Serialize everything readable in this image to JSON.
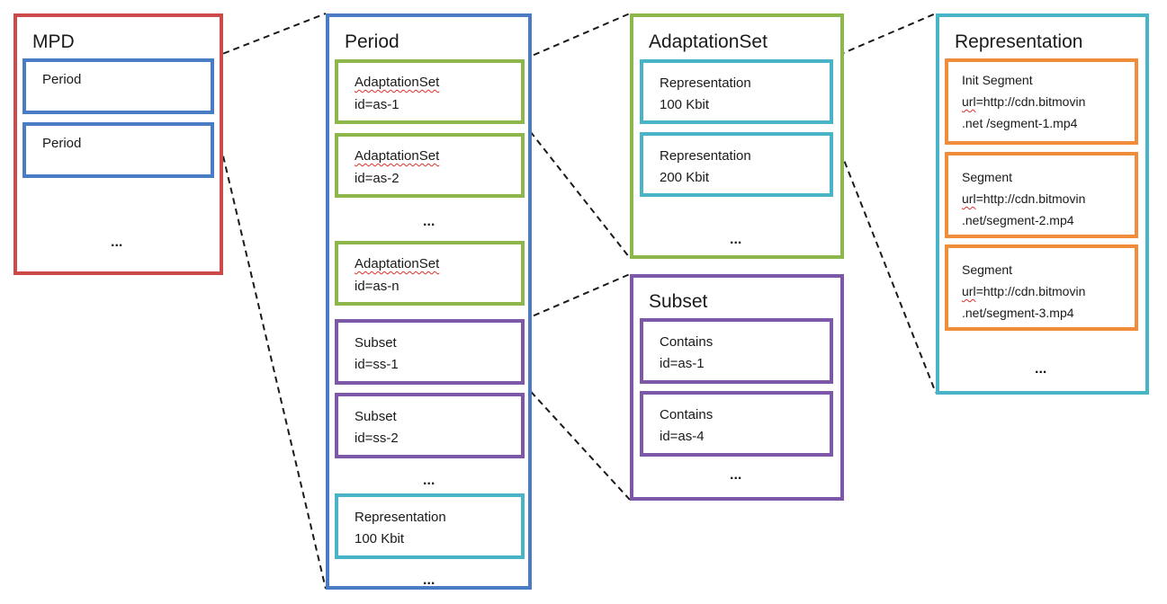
{
  "colors": {
    "mpd": "#cc4a4a",
    "period": "#4a7cc4",
    "adaptation": "#8db74a",
    "subset": "#7e58a8",
    "representation": "#49b4c8",
    "segment": "#ef8d3a",
    "connector": "#1a1a1a"
  },
  "mpd": {
    "title": "MPD",
    "periods": [
      "Period",
      "Period"
    ],
    "more": "..."
  },
  "period": {
    "title": "Period",
    "adaptation_sets": [
      {
        "name": "AdaptationSet",
        "id": "id=as-1"
      },
      {
        "name": "AdaptationSet",
        "id": "id=as-2"
      },
      {
        "name": "AdaptationSet",
        "id": "id=as-n"
      }
    ],
    "adaptation_more": "...",
    "subsets": [
      {
        "name": "Subset",
        "id": "id=ss-1"
      },
      {
        "name": "Subset",
        "id": "id=ss-2"
      }
    ],
    "subset_more": "...",
    "representation": {
      "name": "Representation",
      "bitrate": "100 Kbit"
    },
    "more": "..."
  },
  "adaptation_set": {
    "title": "AdaptationSet",
    "representations": [
      {
        "name": "Representation",
        "bitrate": "100 Kbit"
      },
      {
        "name": "Representation",
        "bitrate": "200 Kbit"
      }
    ],
    "more": "..."
  },
  "subset": {
    "title": "Subset",
    "contains": [
      {
        "name": "Contains",
        "id": "id=as-1"
      },
      {
        "name": "Contains",
        "id": "id=as-4"
      }
    ],
    "more": "..."
  },
  "representation": {
    "title": "Representation",
    "segments": [
      {
        "name": "Init Segment",
        "url_key": "url",
        "url_value": "=http://cdn.bitmovin",
        "url_rest": ".net /segment-1.mp4"
      },
      {
        "name": "Segment",
        "url_key": "url",
        "url_value": "=http://cdn.bitmovin",
        "url_rest": ".net/segment-2.mp4"
      },
      {
        "name": "Segment",
        "url_key": "url",
        "url_value": "=http://cdn.bitmovin",
        "url_rest": ".net/segment-3.mp4"
      }
    ],
    "more": "..."
  }
}
